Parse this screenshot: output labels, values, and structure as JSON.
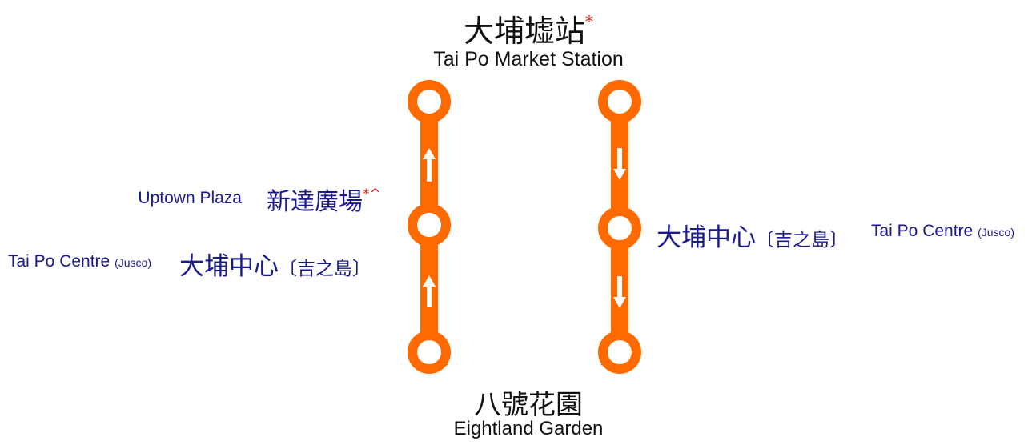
{
  "stations": {
    "top": {
      "zh": "大埔墟站",
      "mark": "*",
      "en": "Tai Po Market Station"
    },
    "bottom": {
      "zh": "八號花園",
      "en": "Eightland Garden"
    },
    "uptown": {
      "zh": "新達廣場",
      "mark": "*^",
      "en": "Uptown Plaza"
    },
    "taipo_centre_left": {
      "zh": "大埔中心",
      "bracket": "〔吉之島〕",
      "en": "Tai Po Centre",
      "en_small": "(Jusco)"
    },
    "taipo_centre_right": {
      "zh": "大埔中心",
      "bracket": "〔吉之島〕",
      "en": "Tai Po Centre",
      "en_small": "(Jusco)"
    }
  },
  "routes": {
    "left": {
      "direction": "up",
      "color": "#ff6a00"
    },
    "right": {
      "direction": "down",
      "color": "#ff6a00"
    }
  },
  "colors": {
    "route": "#ff6a00",
    "station_label": "#1a1a8c",
    "mark": "#e01818",
    "text": "#111111"
  }
}
